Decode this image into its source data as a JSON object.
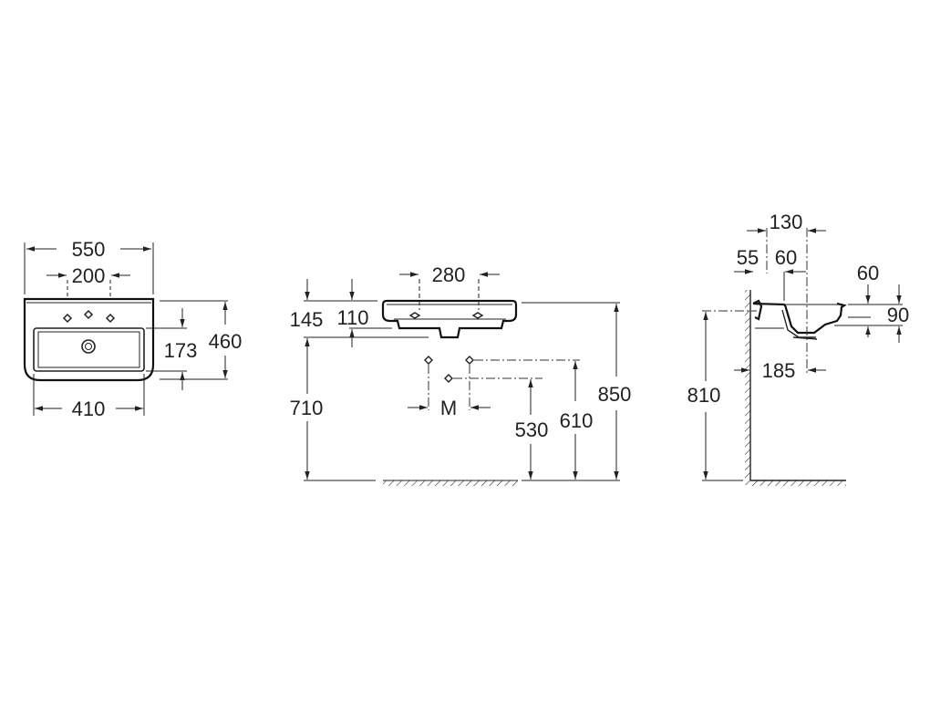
{
  "top_view": {
    "width": "550",
    "tap_spacing": "200",
    "bowl_width": "410",
    "bowl_offset": "173",
    "depth": "460"
  },
  "front_view": {
    "tap_spacing": "280",
    "rim_to_bottom": "145",
    "rim_to_bowl": "110",
    "bottom_height": "710",
    "M": "M",
    "supply_low": "530",
    "supply_high": "610",
    "rim_height": "850"
  },
  "side_view": {
    "centerline": "130",
    "wall_offset": "55",
    "tap_offset": "60",
    "rim_front": "60",
    "front_height": "90",
    "drain_from_wall": "185",
    "fixing_height": "810"
  }
}
